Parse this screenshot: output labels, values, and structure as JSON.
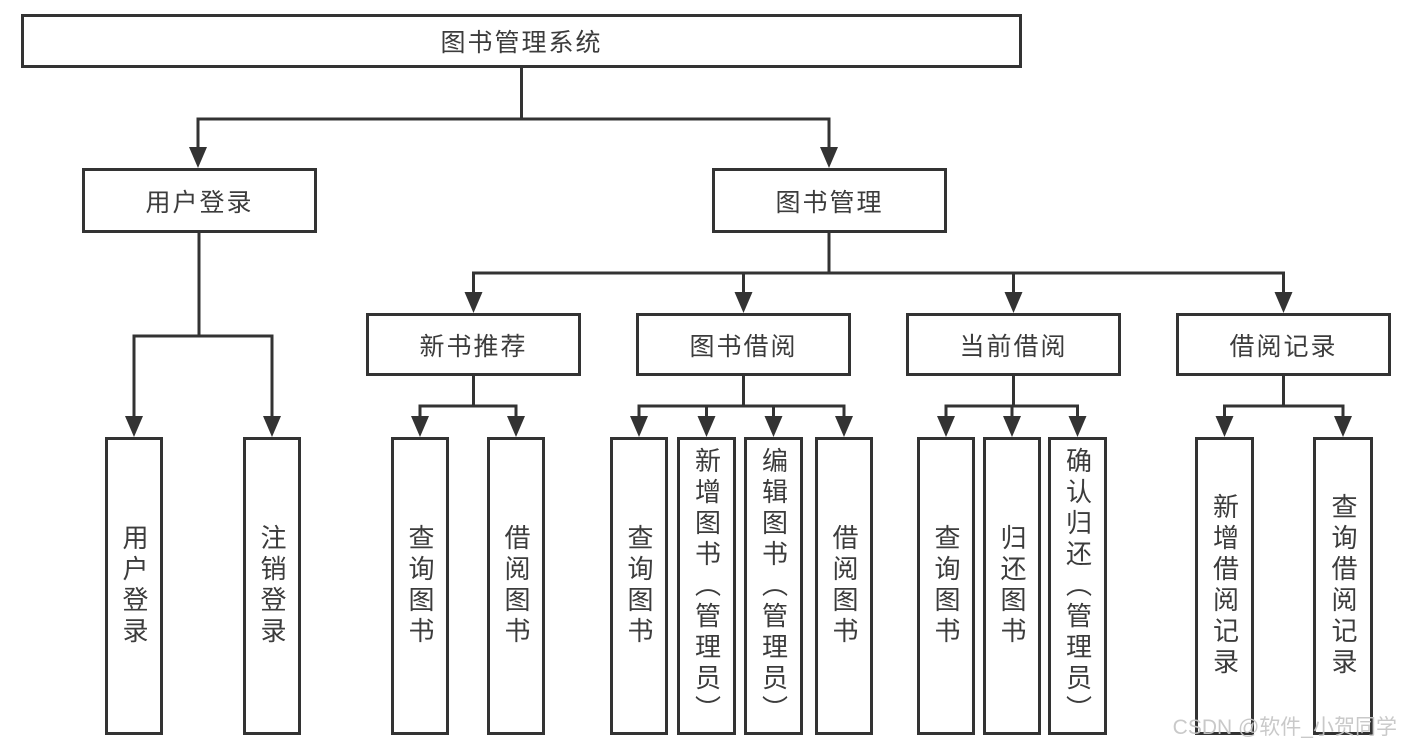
{
  "chart": {
    "type": "hierarchy-diagram",
    "title": "图书管理系统",
    "watermark": "CSDN @软件_小贺同学",
    "colors": {
      "line": "#333333",
      "box_border": "#333333",
      "box_background": "#ffffff",
      "text": "#3c3c3c",
      "watermark": "#c6c6c6"
    },
    "nodes": [
      {
        "id": "root",
        "label": "图书管理系统",
        "parent": null
      },
      {
        "id": "user-login",
        "label": "用户登录",
        "parent": "root"
      },
      {
        "id": "book-management",
        "label": "图书管理",
        "parent": "root"
      },
      {
        "id": "new-book-recommend",
        "label": "新书推荐",
        "parent": "book-management"
      },
      {
        "id": "book-borrowing",
        "label": "图书借阅",
        "parent": "book-management"
      },
      {
        "id": "current-borrowing",
        "label": "当前借阅",
        "parent": "book-management"
      },
      {
        "id": "borrowing-records",
        "label": "借阅记录",
        "parent": "book-management"
      },
      {
        "id": "login-leaf",
        "label": "用户登录",
        "parent": "user-login"
      },
      {
        "id": "logout-leaf",
        "label": "注销登录",
        "parent": "user-login"
      },
      {
        "id": "nb-query-books",
        "label": "查询图书",
        "parent": "new-book-recommend"
      },
      {
        "id": "nb-borrow-books",
        "label": "借阅图书",
        "parent": "new-book-recommend"
      },
      {
        "id": "bb-query-books",
        "label": "查询图书",
        "parent": "book-borrowing"
      },
      {
        "id": "bb-add-books",
        "label": "新增图书（管理员）",
        "parent": "book-borrowing"
      },
      {
        "id": "bb-edit-books",
        "label": "编辑图书（管理员）",
        "parent": "book-borrowing"
      },
      {
        "id": "bb-borrow-books",
        "label": "借阅图书",
        "parent": "book-borrowing"
      },
      {
        "id": "cb-query-books",
        "label": "查询图书",
        "parent": "current-borrowing"
      },
      {
        "id": "cb-return-books",
        "label": "归还图书",
        "parent": "current-borrowing"
      },
      {
        "id": "cb-confirm-return",
        "label": "确认归还（管理员）",
        "parent": "current-borrowing"
      },
      {
        "id": "br-add-record",
        "label": "新增借阅记录",
        "parent": "borrowing-records"
      },
      {
        "id": "br-query-record",
        "label": "查询借阅记录",
        "parent": "borrowing-records"
      }
    ]
  }
}
